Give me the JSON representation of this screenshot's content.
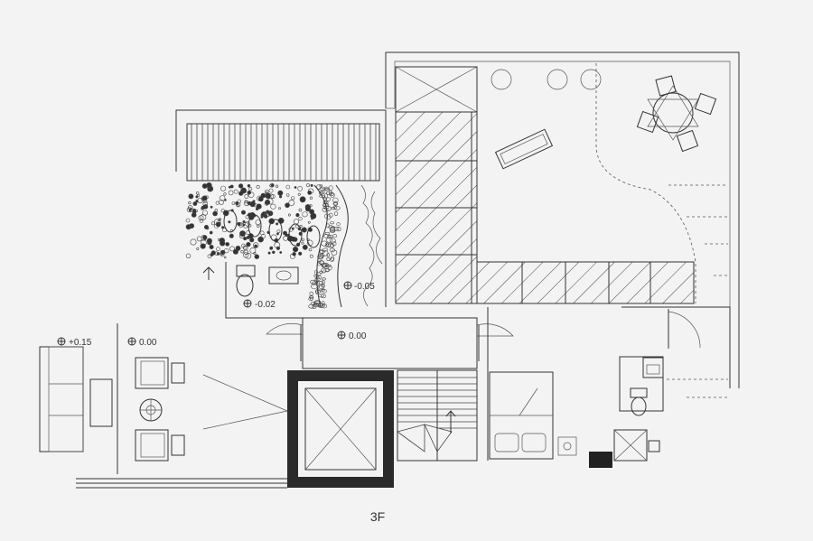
{
  "floor_label": "3F",
  "levels": {
    "plus_015": "+0.15",
    "zero_left": "0.00",
    "zero_corridor": "0.00",
    "minus_002": "-0.02",
    "minus_005": "-0.05"
  }
}
